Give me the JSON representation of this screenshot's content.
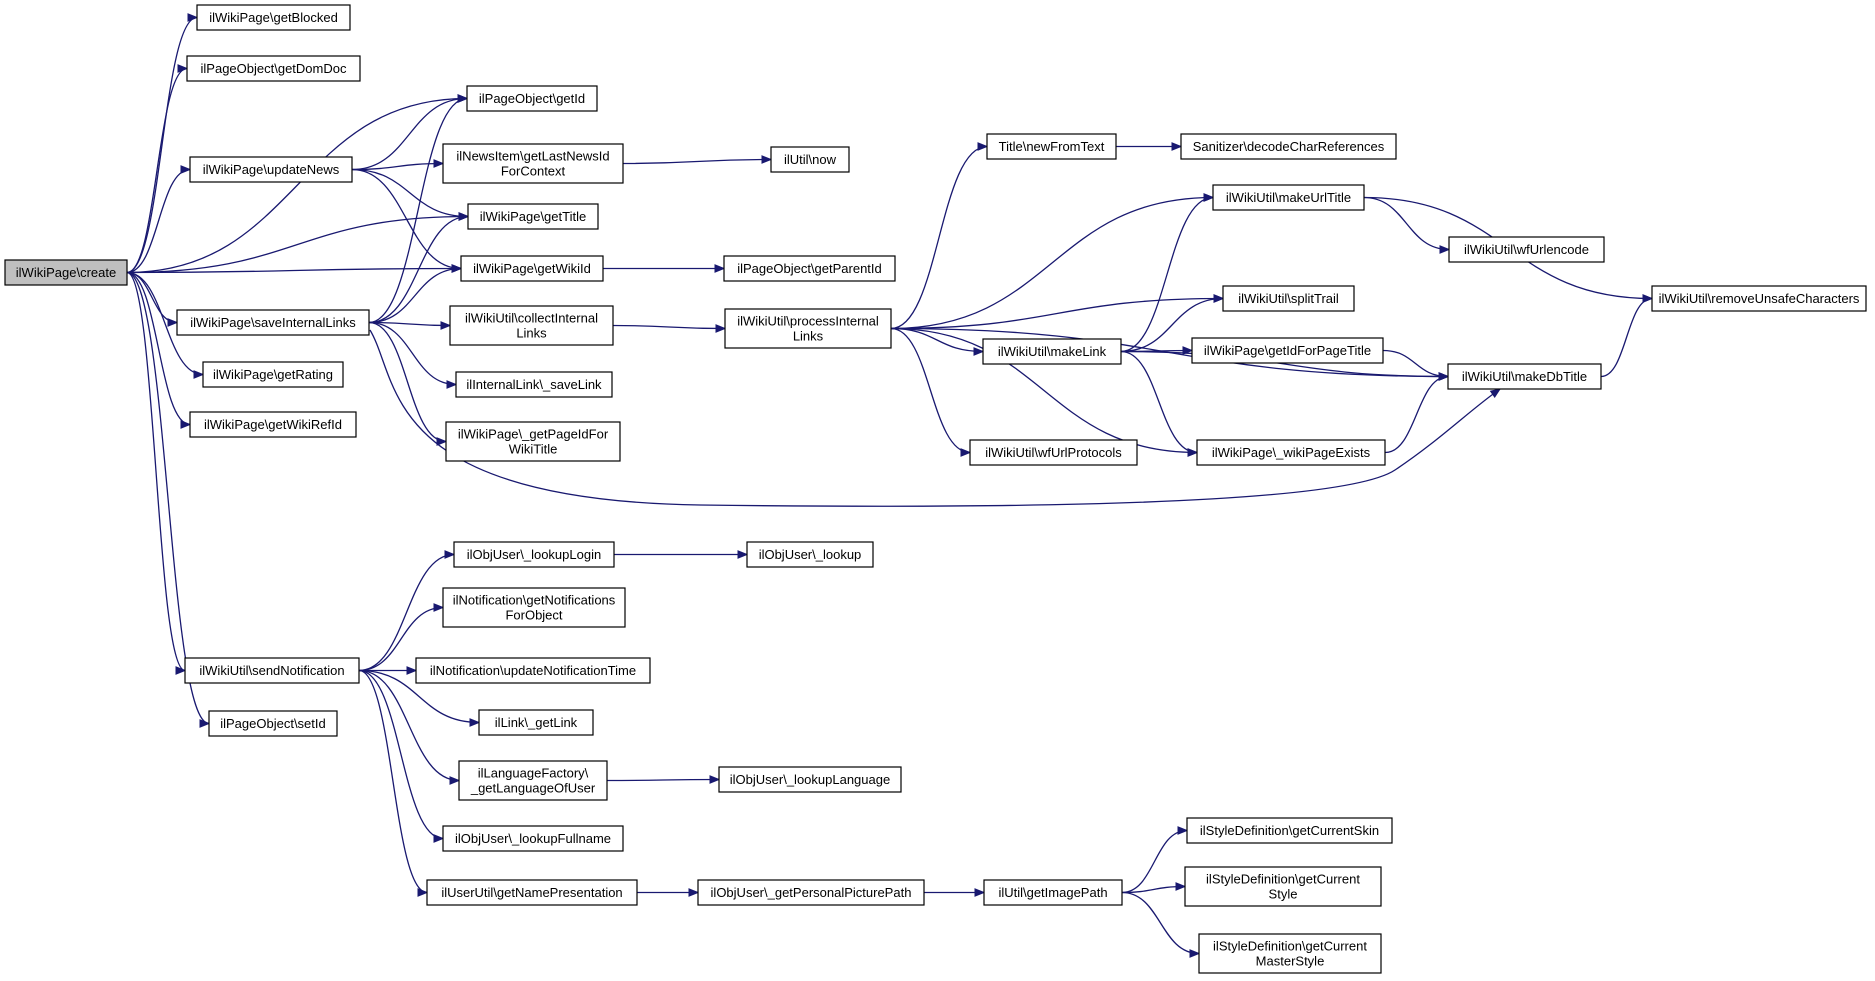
{
  "nodes": [
    {
      "id": "n0",
      "lines": [
        "ilWikiPage\\create"
      ],
      "root": true
    },
    {
      "id": "n1",
      "lines": [
        "ilWikiPage\\getBlocked"
      ]
    },
    {
      "id": "n2",
      "lines": [
        "ilPageObject\\getDomDoc"
      ]
    },
    {
      "id": "n3",
      "lines": [
        "ilPageObject\\getId"
      ]
    },
    {
      "id": "n4",
      "lines": [
        "ilWikiPage\\updateNews"
      ]
    },
    {
      "id": "n5",
      "lines": [
        "ilNewsItem\\getLastNewsId",
        "ForContext"
      ]
    },
    {
      "id": "n6",
      "lines": [
        "ilUtil\\now"
      ]
    },
    {
      "id": "n7",
      "lines": [
        "ilWikiPage\\getTitle"
      ]
    },
    {
      "id": "n8",
      "lines": [
        "ilWikiPage\\getWikiId"
      ]
    },
    {
      "id": "n9",
      "lines": [
        "ilPageObject\\getParentId"
      ]
    },
    {
      "id": "n10",
      "lines": [
        "ilWikiPage\\saveInternalLinks"
      ]
    },
    {
      "id": "n11",
      "lines": [
        "ilWikiUtil\\collectInternal",
        "Links"
      ]
    },
    {
      "id": "n12",
      "lines": [
        "ilWikiUtil\\processInternal",
        "Links"
      ]
    },
    {
      "id": "n13",
      "lines": [
        "ilInternalLink\\_saveLink"
      ]
    },
    {
      "id": "n14",
      "lines": [
        "ilWikiPage\\_getPageIdFor",
        "WikiTitle"
      ]
    },
    {
      "id": "n15",
      "lines": [
        "ilWikiPage\\getRating"
      ]
    },
    {
      "id": "n16",
      "lines": [
        "ilWikiPage\\getWikiRefId"
      ]
    },
    {
      "id": "n17",
      "lines": [
        "Title\\newFromText"
      ]
    },
    {
      "id": "n18",
      "lines": [
        "Sanitizer\\decodeCharReferences"
      ]
    },
    {
      "id": "n19",
      "lines": [
        "ilWikiUtil\\makeUrlTitle"
      ]
    },
    {
      "id": "n20",
      "lines": [
        "ilWikiUtil\\wfUrlencode"
      ]
    },
    {
      "id": "n21",
      "lines": [
        "ilWikiUtil\\removeUnsafeCharacters"
      ]
    },
    {
      "id": "n22",
      "lines": [
        "ilWikiUtil\\splitTrail"
      ]
    },
    {
      "id": "n23",
      "lines": [
        "ilWikiUtil\\makeLink"
      ]
    },
    {
      "id": "n24",
      "lines": [
        "ilWikiPage\\getIdForPageTitle"
      ]
    },
    {
      "id": "n25",
      "lines": [
        "ilWikiUtil\\makeDbTitle"
      ]
    },
    {
      "id": "n26",
      "lines": [
        "ilWikiUtil\\wfUrlProtocols"
      ]
    },
    {
      "id": "n27",
      "lines": [
        "ilWikiPage\\_wikiPageExists"
      ]
    },
    {
      "id": "n28",
      "lines": [
        "ilObjUser\\_lookupLogin"
      ]
    },
    {
      "id": "n29",
      "lines": [
        "ilObjUser\\_lookup"
      ]
    },
    {
      "id": "n30",
      "lines": [
        "ilNotification\\getNotifications",
        "ForObject"
      ]
    },
    {
      "id": "n31",
      "lines": [
        "ilWikiUtil\\sendNotification"
      ]
    },
    {
      "id": "n32",
      "lines": [
        "ilNotification\\updateNotificationTime"
      ]
    },
    {
      "id": "n33",
      "lines": [
        "ilPageObject\\setId"
      ]
    },
    {
      "id": "n34",
      "lines": [
        "ilLink\\_getLink"
      ]
    },
    {
      "id": "n35",
      "lines": [
        "ilLanguageFactory\\",
        "_getLanguageOfUser"
      ]
    },
    {
      "id": "n36",
      "lines": [
        "ilObjUser\\_lookupLanguage"
      ]
    },
    {
      "id": "n37",
      "lines": [
        "ilObjUser\\_lookupFullname"
      ]
    },
    {
      "id": "n38",
      "lines": [
        "ilUserUtil\\getNamePresentation"
      ]
    },
    {
      "id": "n39",
      "lines": [
        "ilObjUser\\_getPersonalPicturePath"
      ]
    },
    {
      "id": "n40",
      "lines": [
        "ilUtil\\getImagePath"
      ]
    },
    {
      "id": "n41",
      "lines": [
        "ilStyleDefinition\\getCurrentSkin"
      ]
    },
    {
      "id": "n42",
      "lines": [
        "ilStyleDefinition\\getCurrent",
        "Style"
      ]
    },
    {
      "id": "n43",
      "lines": [
        "ilStyleDefinition\\getCurrent",
        "MasterStyle"
      ]
    }
  ],
  "edges": [
    [
      "n0",
      "n1"
    ],
    [
      "n0",
      "n2"
    ],
    [
      "n0",
      "n3"
    ],
    [
      "n0",
      "n4"
    ],
    [
      "n0",
      "n7"
    ],
    [
      "n0",
      "n8"
    ],
    [
      "n0",
      "n10"
    ],
    [
      "n0",
      "n15"
    ],
    [
      "n0",
      "n16"
    ],
    [
      "n0",
      "n31"
    ],
    [
      "n0",
      "n33"
    ],
    [
      "n4",
      "n3"
    ],
    [
      "n4",
      "n5"
    ],
    [
      "n4",
      "n7"
    ],
    [
      "n4",
      "n8"
    ],
    [
      "n5",
      "n6"
    ],
    [
      "n8",
      "n9"
    ],
    [
      "n10",
      "n3"
    ],
    [
      "n10",
      "n7"
    ],
    [
      "n10",
      "n8"
    ],
    [
      "n10",
      "n11"
    ],
    [
      "n10",
      "n13"
    ],
    [
      "n10",
      "n14"
    ],
    [
      "n10",
      "n25"
    ],
    [
      "n11",
      "n12"
    ],
    [
      "n12",
      "n17"
    ],
    [
      "n12",
      "n19"
    ],
    [
      "n12",
      "n22"
    ],
    [
      "n12",
      "n23"
    ],
    [
      "n12",
      "n25"
    ],
    [
      "n12",
      "n26"
    ],
    [
      "n12",
      "n27"
    ],
    [
      "n17",
      "n18"
    ],
    [
      "n19",
      "n20"
    ],
    [
      "n19",
      "n21"
    ],
    [
      "n23",
      "n19"
    ],
    [
      "n23",
      "n22"
    ],
    [
      "n23",
      "n24"
    ],
    [
      "n23",
      "n25"
    ],
    [
      "n23",
      "n27"
    ],
    [
      "n24",
      "n25"
    ],
    [
      "n27",
      "n25"
    ],
    [
      "n25",
      "n21"
    ],
    [
      "n31",
      "n28"
    ],
    [
      "n31",
      "n30"
    ],
    [
      "n31",
      "n32"
    ],
    [
      "n31",
      "n34"
    ],
    [
      "n31",
      "n35"
    ],
    [
      "n31",
      "n37"
    ],
    [
      "n31",
      "n38"
    ],
    [
      "n28",
      "n29"
    ],
    [
      "n35",
      "n36"
    ],
    [
      "n38",
      "n39"
    ],
    [
      "n39",
      "n40"
    ],
    [
      "n40",
      "n41"
    ],
    [
      "n40",
      "n42"
    ],
    [
      "n40",
      "n43"
    ]
  ]
}
